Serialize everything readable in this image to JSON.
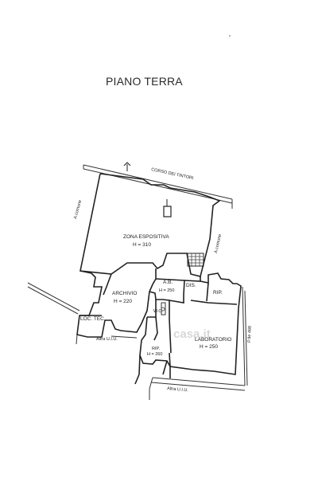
{
  "title": "PIANO TERRA",
  "street": {
    "top": "CORSO DEI TINTORI",
    "left_access": "A comune",
    "right_access": "A comune"
  },
  "rooms": {
    "zona_espositiva": {
      "name": "ZONA ESPOSITIVA",
      "height": "H = 310"
    },
    "archivio": {
      "name": "ARCHIVIO",
      "height": "H = 220"
    },
    "ab": {
      "name": "A.B.",
      "height": "H = 250"
    },
    "dis": {
      "name": "DIS."
    },
    "rip_right": {
      "name": "RIP."
    },
    "wc": {
      "name": "W.C."
    },
    "loc_tec": {
      "name": "LOC. TEC."
    },
    "laboratorio": {
      "name": "LABORATORIO",
      "height": "H = 250"
    },
    "rip_lower": {
      "name": "RIP.",
      "height": "H = 260"
    }
  },
  "other_units": {
    "left": "Altra U.I.U.",
    "bottom": "Altra U.I.U.",
    "right": "P.Ile 468"
  },
  "watermark": "casa.it"
}
